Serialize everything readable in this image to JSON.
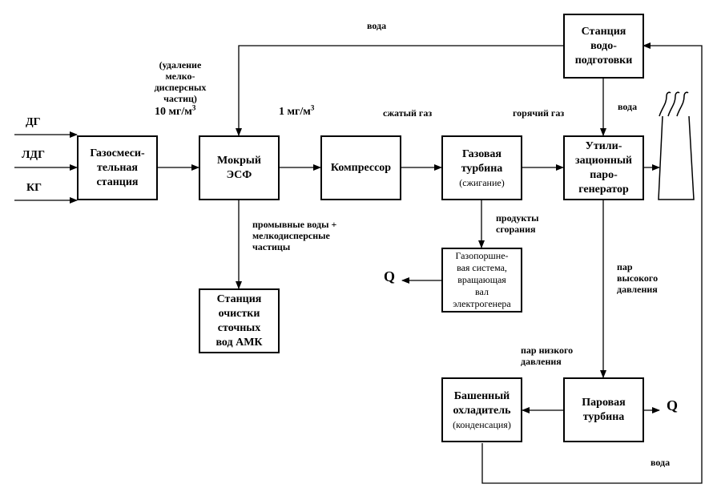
{
  "boxes": {
    "gas_mixing": [
      "Газосмеси-",
      "тельная",
      "станция"
    ],
    "wet_esf": [
      "Мокрый",
      "ЭСФ"
    ],
    "compressor": [
      "Компрессор"
    ],
    "gas_turbine": {
      "title": [
        "Газовая",
        "турбина"
      ],
      "note": "(сжигание)"
    },
    "recovery_generator": [
      "Утили-",
      "зационный",
      "паро-",
      "генератор"
    ],
    "water_treatment": [
      "Станция",
      "водо-",
      "подготовки"
    ],
    "gas_piston": [
      "Газопоршне-",
      "вая система,",
      "вращающая",
      "вал",
      "электрогенера"
    ],
    "wastewater": [
      "Станция",
      "очистки",
      "сточных",
      "вод АМК"
    ],
    "cooling_tower": {
      "title": [
        "Башенный",
        "охладитель"
      ],
      "note": "(конденсация)"
    },
    "steam_turbine": [
      "Паровая",
      "турбина"
    ]
  },
  "inputs": [
    "ДГ",
    "ЛДГ",
    "КГ"
  ],
  "labels": {
    "water_top": "вода",
    "removal": [
      "(удаление",
      "мелко-",
      "дисперсных",
      "частиц)"
    ],
    "conc_10": "10 мг/м",
    "conc_1": "1 мг/м",
    "conc_sup": "3",
    "compressed_gas": "сжатый газ",
    "hot_gas": "горячий газ",
    "water_mid": "вода",
    "wash_water": [
      "промывные воды +",
      "мелкодисперсные",
      "частицы"
    ],
    "combustion_products": [
      "продукты",
      "сгорания"
    ],
    "high_pressure": [
      "пар",
      "высокого",
      "давления"
    ],
    "low_pressure": [
      "пар низкого",
      "давления"
    ],
    "water_bottom": "вода",
    "q_left": "Q",
    "q_right": "Q"
  }
}
